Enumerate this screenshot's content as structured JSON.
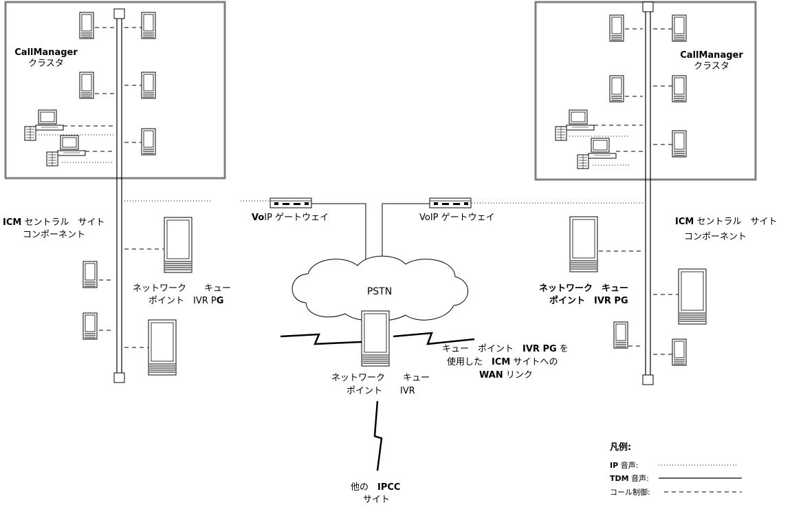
{
  "labels": {
    "left_cluster": {
      "name": "CallManager",
      "suffix": "クラスタ"
    },
    "right_cluster": {
      "name": "CallManager",
      "suffix": "クラスタ"
    },
    "left_icm": {
      "prefix": "ICM",
      "rest": " セントラル　サイト",
      "line2": "コンポーネント"
    },
    "right_icm": {
      "prefix": "ICM",
      "rest": " セントラル　サイト",
      "line2": "コンポーネント"
    },
    "left_gateway": {
      "prefix": "Vo",
      "rest": "IP ゲートウェイ"
    },
    "right_gateway": "VoIP ゲートウェイ",
    "pstn": "PSTN",
    "left_nqp": {
      "line1": "ネットワーク　　キュー",
      "line2a": "ポイント　",
      "line2b": "IVR P",
      "line2c": "G"
    },
    "right_nqp": {
      "line1": "ネットワーク　キュー",
      "line2": "ポイント　IVR PG"
    },
    "center_nqp": {
      "line1": "ネットワーク　　キュー",
      "line2": "ポイント　　IVR"
    },
    "wan": {
      "line1a": "キュー　ポイント　",
      "line1b": "IVR PG",
      "line1c": " を",
      "line2a": "使用した　",
      "line2b": "ICM",
      "line2c": " サイトへの",
      "line3a": "WAN",
      "line3b": " リンク"
    },
    "other_site": {
      "line1a": "他の　",
      "line1b": "IPCC",
      "line2": "サイト"
    }
  },
  "legend": {
    "title": "凡例:",
    "ip": {
      "prefix": "IP",
      "rest": " 音声:"
    },
    "tdm": {
      "prefix": "TDM",
      "rest": " 音声:"
    },
    "call": "コール制御:"
  }
}
